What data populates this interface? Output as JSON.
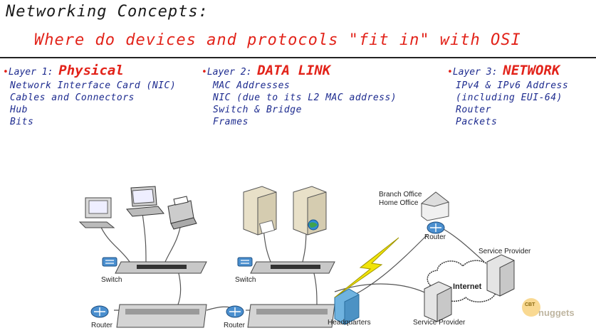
{
  "title": "Networking Concepts:",
  "subtitle": "Where do devices and protocols \"fit in\" with OSI",
  "layers": [
    {
      "prefix": "Layer 1:",
      "name": "Physical",
      "items": [
        "Network Interface Card (NIC)",
        "Cables and Connectors",
        "Hub",
        "Bits"
      ]
    },
    {
      "prefix": "Layer 2:",
      "name": "DATA LINK",
      "items": [
        "MAC  Addresses",
        "NIC (due to its L2 MAC address)",
        "Switch & Bridge",
        "Frames"
      ]
    },
    {
      "prefix": "Layer 3:",
      "name": "NETWORK",
      "items": [
        "IPv4 & IPv6 Address",
        "(including EUI-64)",
        "Router",
        "Packets"
      ]
    }
  ],
  "diagram": {
    "labels": {
      "switch_left": "Switch",
      "switch_mid": "Switch",
      "router_left": "Router",
      "router_mid": "Router",
      "headquarters": "Headquarters",
      "branch_office": "Branch Office",
      "home_office": "Home Office",
      "router_branch": "Router",
      "service_provider_top": "Service Provider",
      "service_provider_bottom": "Service Provider",
      "internet": "Internet"
    }
  },
  "watermark": {
    "top": "CBT",
    "bottom": "nuggets"
  },
  "colors": {
    "marker_red": "#e2231a",
    "marker_blue": "#1d2b8f",
    "ink_black": "#1a1a1a"
  }
}
